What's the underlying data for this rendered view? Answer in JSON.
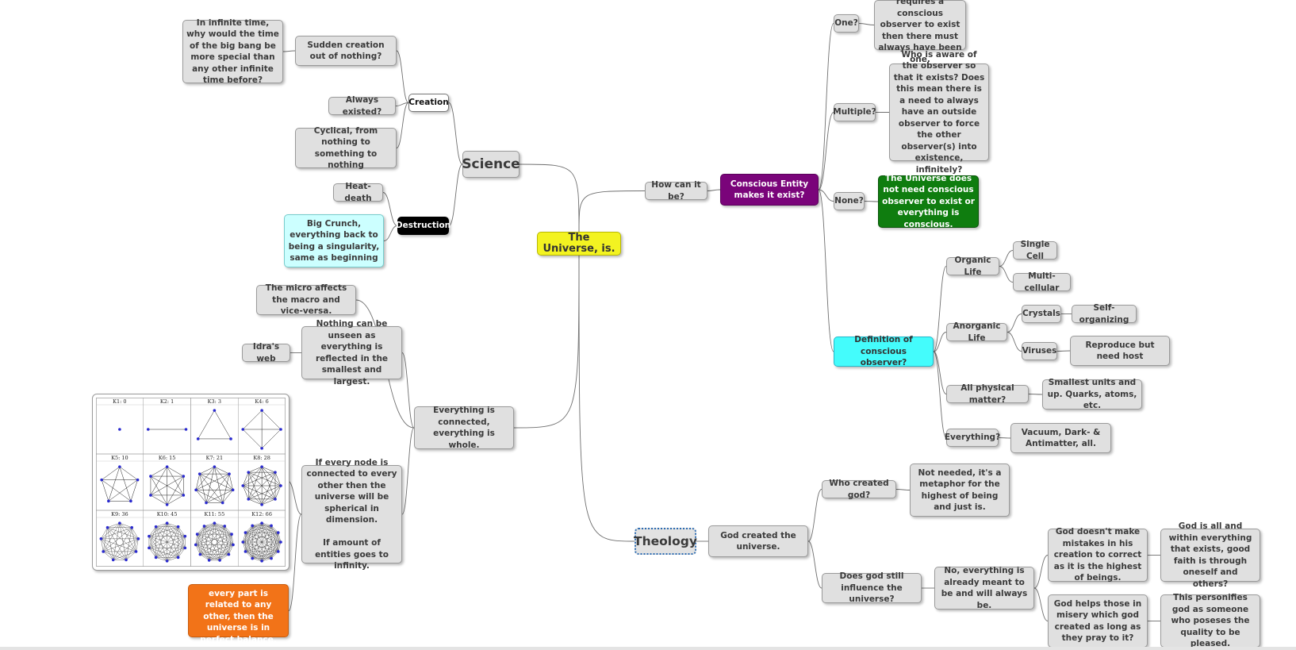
{
  "nodes": {
    "root": "The Universe, is.",
    "science": "Science",
    "creation": "Creation",
    "sudden": "Sudden creation out of nothing?",
    "infinite_time": "In infinite time, why would the time of the big bang be more special than any other infinite time before?",
    "always_existed": "Always existed?",
    "cyclical": "Cyclical, from nothing to something to nothing",
    "destruction": "Destruction",
    "heat_death": "Heat-death",
    "big_crunch": "Big Crunch, everything back to being a singularity, same as beginning",
    "connected": "Everything is connected, everything is whole.",
    "micro_macro": "The micro affects the macro and vice-versa.",
    "unseen": "Nothing can be unseen as everything is reflected in the smallest and largest.",
    "idra": "Idra's web",
    "every_node": "If every node is connected to every other then the universe will be spherical in dimension.\n\nIf amount of entities goes to infinity.",
    "balance": "If the universe every part is related to any other, then the universe is in perfect balance.",
    "how": "How can it be?",
    "conscious": "Conscious Entity makes it exist?",
    "one": "One?",
    "one_text": "If the universe requires a conscious observer to exist then there must always have been one.",
    "multiple": "Multiple?",
    "multiple_text": "Who is aware of the observer so that it exists? Does this mean there is a need to always have an outside observer to force the other observer(s) into existence, infinitely?",
    "none": "None?",
    "none_text": "The Universe does not need conscious observer to exist or everything is conscious.",
    "definition": "Definition of conscious observer?",
    "organic": "Organic Life",
    "single_cell": "Single Cell",
    "multi_cellular": "Multi-cellular",
    "anorganic": "Anorganic Life",
    "crystals": "Crystals",
    "self_org": "Self-organizing",
    "viruses": "Viruses",
    "reproduce": "Reproduce but need host",
    "physical": "All physical matter?",
    "smallest": "Smallest units and up. Quarks, atoms, etc.",
    "everything": "Everything?",
    "vacuum": "Vacuum, Dark- & Antimatter, all.",
    "theology": "Theology",
    "god_created": "God created the universe.",
    "who_created": "Who created god?",
    "not_needed": "Not needed, it's a metaphor for the highest of being and just is.",
    "influence": "Does god still influence the universe?",
    "no_everything": "No, everything is already meant to be and will always be.",
    "no_mistakes": "God doesn't make mistakes in his creation to correct as it is the highest of beings.",
    "god_all": "God is all and within everything that exists, good faith is through oneself and others?",
    "god_helps": "God helps those in misery which god created as long as they pray to it?",
    "personifies": "This personifies god as someone who poseses the quality to be pleased."
  },
  "complete_graphs": [
    {
      "label": "K1: 0",
      "n": 1
    },
    {
      "label": "K2: 1",
      "n": 2
    },
    {
      "label": "K3: 3",
      "n": 3
    },
    {
      "label": "K4: 6",
      "n": 4
    },
    {
      "label": "K5: 10",
      "n": 5
    },
    {
      "label": "K6: 15",
      "n": 6
    },
    {
      "label": "K7: 21",
      "n": 7
    },
    {
      "label": "K8: 28",
      "n": 8
    },
    {
      "label": "K9: 36",
      "n": 9
    },
    {
      "label": "K10: 45",
      "n": 10
    },
    {
      "label": "K11: 55",
      "n": 11
    },
    {
      "label": "K12: 66",
      "n": 12
    }
  ],
  "colors": {
    "root": "#f3f321",
    "purple": "#7a047a",
    "green": "#0f7d0f",
    "cyan": "#44fcfc",
    "orange": "#f27318",
    "light_blue": "#ccffff",
    "node_grey": "#e0e0e0",
    "link": "#6f6f6f",
    "vertex": "#2a2ad0"
  }
}
